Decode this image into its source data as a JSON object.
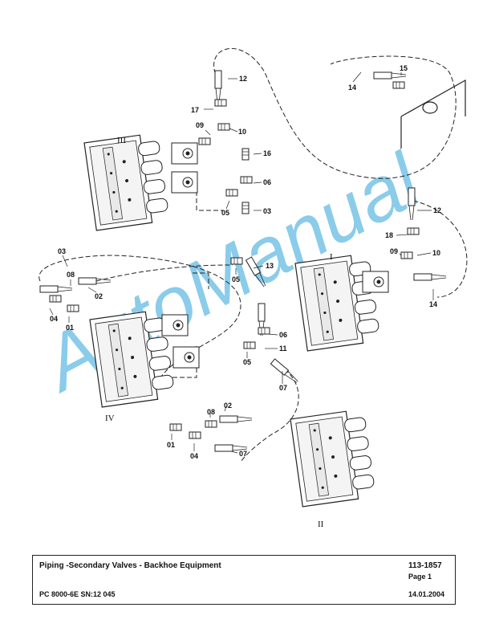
{
  "watermark": "AutoManual",
  "title_block": {
    "title": "Piping -Secondary Valves - Backhoe Equipment",
    "drawing_number": "113-1857",
    "page": "Page 1",
    "model_serial": "PC 8000-6E SN:12 045",
    "date": "14.01.2004"
  },
  "valve_labels": {
    "I": "I",
    "II": "II",
    "III": "III",
    "IV": "IV"
  },
  "callouts": {
    "c12a": "12",
    "c17": "17",
    "c09a": "09",
    "c10a": "10",
    "c16": "16",
    "c06a": "06",
    "c05a": "05",
    "c03a": "03",
    "c15": "15",
    "c14a": "14",
    "c12b": "12",
    "c18": "18",
    "c09b": "09",
    "c10b": "10",
    "c14b": "14",
    "c03b": "03",
    "c08a": "08",
    "c02a": "02",
    "c04a": "04",
    "c01a": "01",
    "c13": "13",
    "c05b": "05",
    "c06b": "06",
    "c11": "11",
    "c05c": "05",
    "c07a": "07",
    "c02b": "02",
    "c08b": "08",
    "c01b": "01",
    "c04b": "04",
    "c07b": "07"
  }
}
